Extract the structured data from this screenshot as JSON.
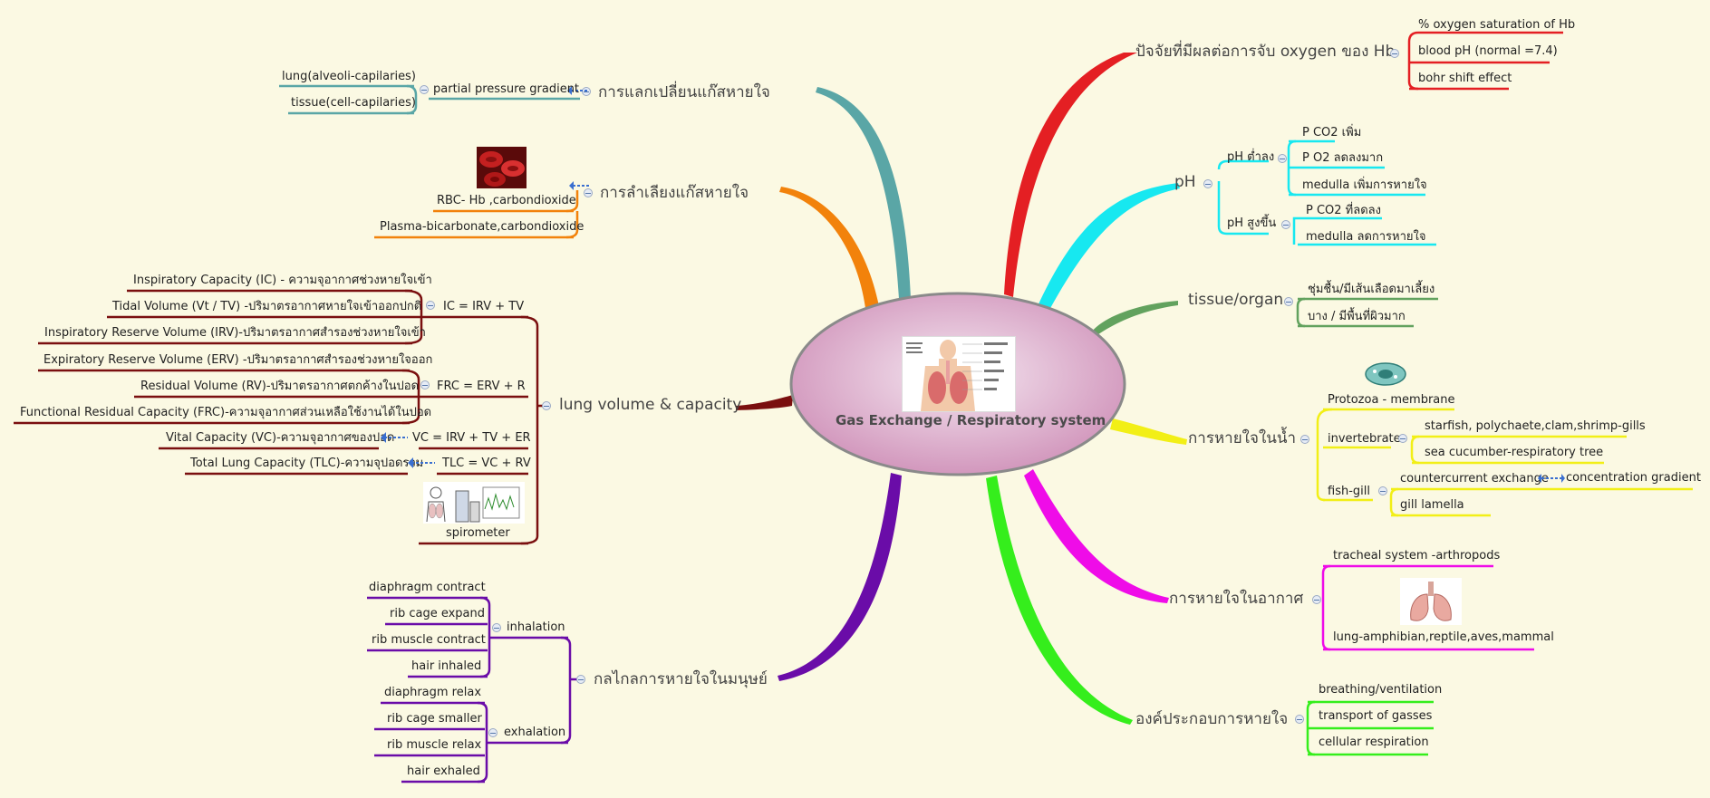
{
  "central": {
    "title": "Gas Exchange / Respiratory system"
  },
  "colors": {
    "red": "#e41f23",
    "cyan": "#17e8f0",
    "green": "#62a25e",
    "yellow": "#f2ef16",
    "magenta": "#ef0ce8",
    "lime": "#35ee1c",
    "teal": "#5aa6a6",
    "orange": "#f2820b",
    "maroon": "#7a0f0f",
    "purple": "#6a0ca8",
    "background": "#fbf9e3"
  },
  "branches": {
    "oxygen": {
      "label": "ปัจจัยที่มีผลต่อการจับ oxygen ของ Hb",
      "items": [
        "% oxygen saturation of Hb",
        "blood pH (normal =7.4)",
        "bohr shift effect"
      ]
    },
    "ph": {
      "label": "pH",
      "low": {
        "label": "pH ต่ำลง",
        "items": [
          "P CO2 เพิ่ม",
          "P O2 ลดลงมาก",
          "medulla เพิ่มการหายใจ"
        ]
      },
      "high": {
        "label": "pH สูงขึ้น",
        "items": [
          "P CO2 ที่ลดลง",
          "medulla ลดการหายใจ"
        ]
      }
    },
    "tissue": {
      "label": "tissue/organ",
      "items": [
        "ชุ่มชื้น/มีเส้นเลือดมาเลี้ยง",
        "บาง / มีพื้นที่ผิวมาก"
      ]
    },
    "water": {
      "label": "การหายใจในน้ำ",
      "protozoa": "Protozoa - membrane",
      "invertebrate": {
        "label": "invertebrate",
        "items": [
          "starfish, polychaete,clam,shrimp-gills",
          "sea cucumber-respiratory tree"
        ]
      },
      "fish": {
        "label": "fish-gill",
        "items": [
          "countercurrent exchange",
          "gill lamella"
        ],
        "relation": "concentration gradient"
      }
    },
    "air": {
      "label": "การหายใจในอากาศ",
      "items": [
        "tracheal system -arthropods",
        "lung-amphibian,reptile,aves,mammal"
      ]
    },
    "components": {
      "label": "องค์ประกอบการหายใจ",
      "items": [
        "breathing/ventilation",
        "transport of gasses",
        "cellular respiration"
      ]
    },
    "exchange": {
      "label": "การแลกเปลี่ยนแก๊สหายใจ",
      "sub": "partial pressure gradient",
      "items": [
        "lung(alveoli-capilaries)",
        "tissue(cell-capilaries)"
      ]
    },
    "transport": {
      "label": "การลำเลียงแก๊สหายใจ",
      "items": [
        "RBC- Hb ,carbondioxide",
        "Plasma-bicarbonate,carbondioxide"
      ]
    },
    "lungvolume": {
      "label": "lung volume & capacity",
      "ic": {
        "label": "IC  =  IRV + TV",
        "items": [
          "Inspiratory Capacity (IC) - ความจุอากาศช่วงหายใจเข้า",
          "Tidal Volume (Vt / TV) -ปริมาตรอากาศหายใจเข้าออกปกติ",
          "Inspiratory Reserve Volume (IRV)-ปริมาตรอากาศสำรองช่วงหายใจเข้า"
        ]
      },
      "frc": {
        "label": "FRC  =  ERV + R",
        "items": [
          "Expiratory Reserve Volume (ERV) -ปริมาตรอากาศสำรองช่วงหายใจออก",
          "Residual Volume (RV)-ปริมาตรอากาศตกค้างในปอด",
          "Functional Residual Capacity (FRC)-ความจุอากาศส่วนเหลือใช้งานได้ในปอด"
        ]
      },
      "vc": {
        "label": "VC  =  IRV + TV + ER",
        "item": "Vital Capacity (VC)-ความจุอากาศของปอด"
      },
      "tlc": {
        "label": "TLC = VC + RV",
        "item": "Total Lung Capacity (TLC)-ความจุปอดรวม"
      },
      "spirometer": "spirometer"
    },
    "mechanism": {
      "label": "กลไกลการหายใจในมนุษย์",
      "inhalation": {
        "label": "inhalation",
        "items": [
          "diaphragm contract",
          "rib cage expand",
          "rib muscle contract",
          "hair inhaled"
        ]
      },
      "exhalation": {
        "label": "exhalation",
        "items": [
          "diaphragm relax",
          "rib cage smaller",
          "rib muscle relax",
          "hair exhaled"
        ]
      }
    }
  }
}
